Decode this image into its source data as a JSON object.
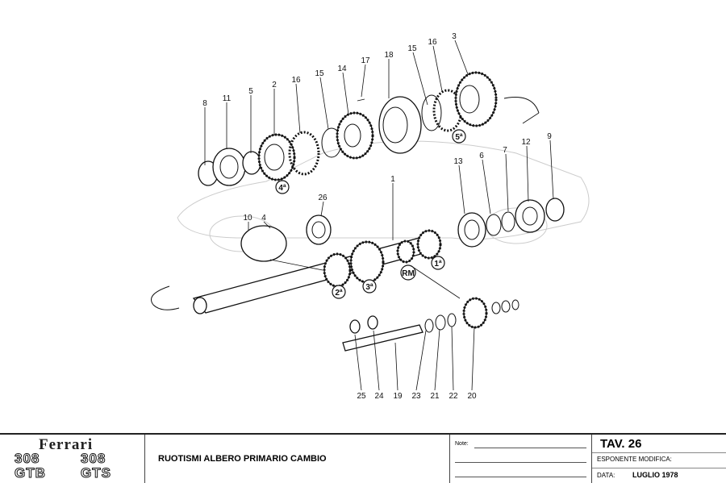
{
  "parts": {
    "p8": "8",
    "p11": "11",
    "p5": "5",
    "p2": "2",
    "p16a": "16",
    "p15a": "15",
    "p14": "14",
    "p17": "17",
    "p18": "18",
    "p15b": "15",
    "p16b": "16",
    "p3": "3",
    "p9": "9",
    "p12": "12",
    "p7": "7",
    "p6": "6",
    "p13": "13",
    "p1": "1",
    "p26": "26",
    "p10": "10",
    "p4": "4",
    "p25": "25",
    "p24": "24",
    "p19": "19",
    "p23": "23",
    "p21": "21",
    "p22": "22",
    "p20": "20"
  },
  "gears": {
    "g4": "4ª",
    "g5": "5ª",
    "g1": "1ª",
    "rm": "RM",
    "g3": "3ª",
    "g2": "2ª"
  },
  "title_block": {
    "brand": "Ferrari",
    "models": [
      "308",
      "308",
      "GTB",
      "GTS"
    ],
    "title": "RUOTISMI ALBERO PRIMARIO CAMBIO",
    "notes_label": "Note:",
    "tav": "TAV. 26",
    "esponente_label": "ESPONENTE  MODIFICA:",
    "data_label": "DATA:",
    "data_value": "LUGLIO 1978"
  }
}
